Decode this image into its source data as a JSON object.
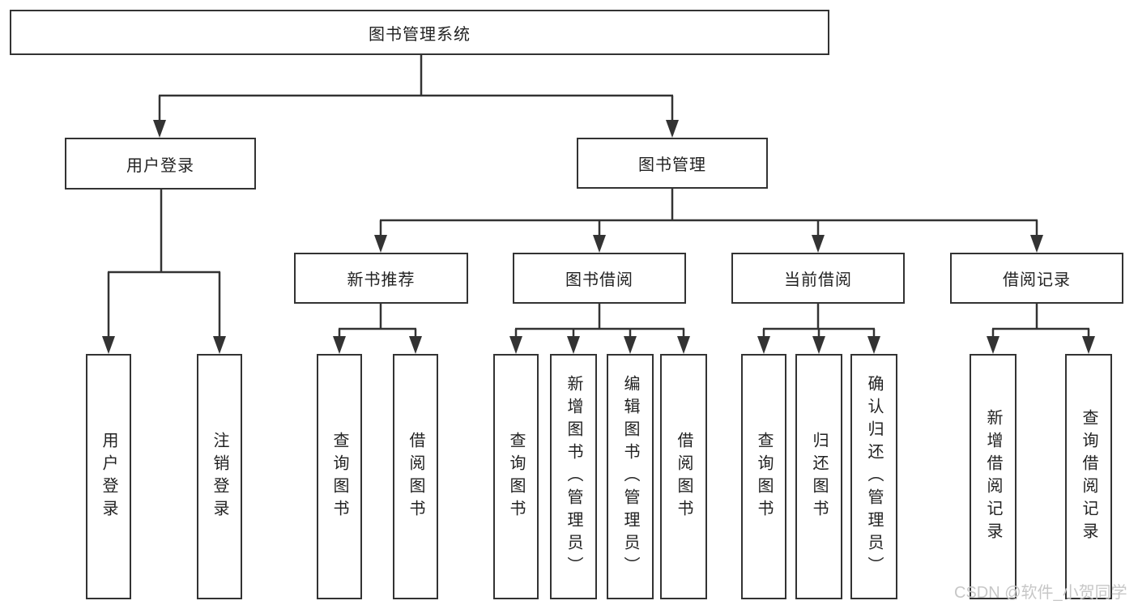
{
  "diagram": {
    "title": "图书管理系统",
    "type": "hierarchy-tree",
    "colors": {
      "background": "#ffffff",
      "line": "#333333",
      "box_border": "#333333",
      "text": "#222222",
      "watermark": "#c7c7c7"
    },
    "watermark": "CSDN @软件_小贺同学",
    "nodes": {
      "root": "图书管理系统",
      "user_login": "用户登录",
      "book_mgmt": "图书管理",
      "new_rec": "新书推荐",
      "borrow": "图书借阅",
      "current": "当前借阅",
      "records": "借阅记录",
      "leaf_user_login": "用户登录",
      "leaf_logout": "注销登录",
      "leaf_query_book_rec": "查询图书",
      "leaf_borrow_book_rec": "借阅图书",
      "leaf_query_book_borrow": "查询图书",
      "leaf_add_book": "新增图书（管理员）",
      "leaf_edit_book": "编辑图书（管理员）",
      "leaf_borrow_book_borrow": "借阅图书",
      "leaf_query_book_current": "查询图书",
      "leaf_return_book": "归还图书",
      "leaf_confirm_return": "确认归还（管理员）",
      "leaf_add_record": "新增借阅记录",
      "leaf_query_record": "查询借阅记录"
    },
    "edges": [
      "图书管理系统 → 用户登录",
      "图书管理系统 → 图书管理",
      "用户登录 → 用户登录(叶), 注销登录",
      "图书管理 → 新书推荐, 图书借阅, 当前借阅, 借阅记录",
      "新书推荐 → 查询图书, 借阅图书",
      "图书借阅 → 查询图书, 新增图书（管理员）, 编辑图书（管理员）, 借阅图书",
      "当前借阅 → 查询图书, 归还图书, 确认归还（管理员）",
      "借阅记录 → 新增借阅记录, 查询借阅记录"
    ]
  }
}
